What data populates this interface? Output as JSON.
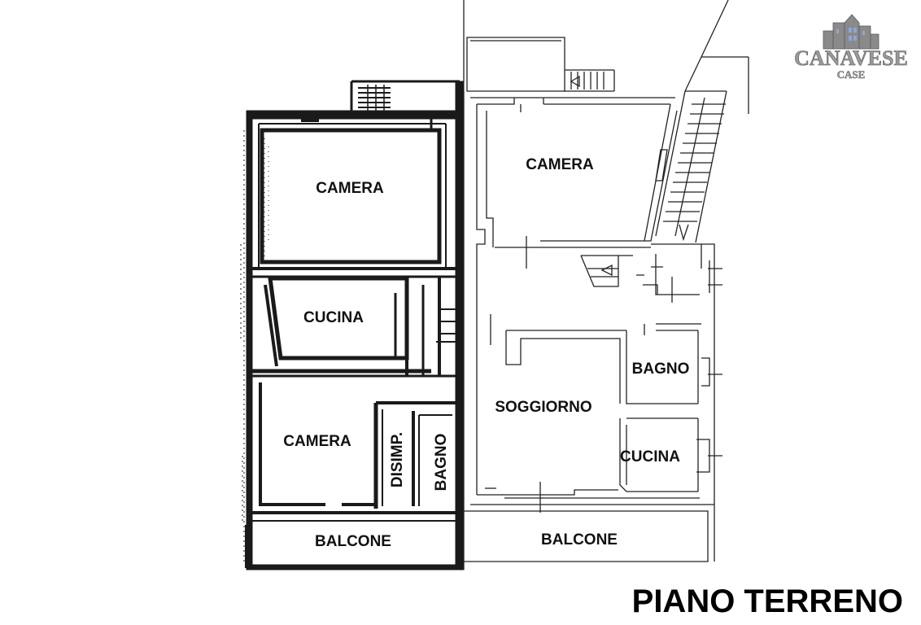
{
  "title": "PIANO TERRENO",
  "logo": {
    "brand": "CANAVESE",
    "sub": "CASE",
    "colors": {
      "buildings": "#8a8a8a",
      "window": "#8fa6d6",
      "text": "#9a9a9a",
      "outline": "#5a5a5a"
    }
  },
  "rooms": {
    "left_camera_top": "CAMERA",
    "left_cucina": "CUCINA",
    "left_camera_bottom": "CAMERA",
    "left_disimp": "DISIMP.",
    "left_bagno": "BAGNO",
    "left_balcone": "BALCONE",
    "right_camera": "CAMERA",
    "right_bagno": "BAGNO",
    "right_soggiorno": "SOGGIORNO",
    "right_cucina": "CUCINA",
    "right_balcone": "BALCONE"
  },
  "colors": {
    "wall_scanned": "#1a1a1a",
    "wall_clean": "#222222",
    "background": "#ffffff"
  }
}
